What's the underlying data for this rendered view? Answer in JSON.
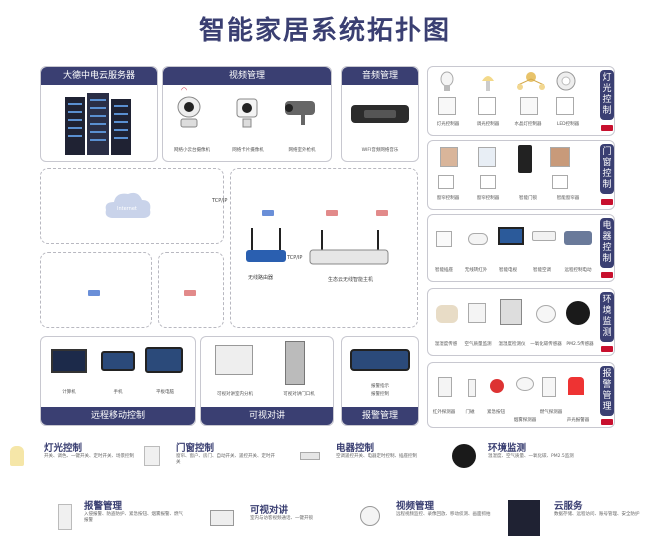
{
  "title": "智能家居系统拓扑图",
  "server": {
    "header": "大德中电云服务器"
  },
  "video": {
    "header": "视频管理",
    "captions": [
      "网络小云台摄像机",
      "网络卡片摄像机",
      "网络室外枪机"
    ]
  },
  "audio": {
    "header": "音频管理",
    "caption": "WIFI音频网络音乐"
  },
  "network": {
    "cloud": "Internet",
    "tcpip1": "TCP/IP",
    "tcpip2": "TCP/IP",
    "router": "无线路由器",
    "host": "生态云无线智能主机"
  },
  "mobile": {
    "footer": "远程移动控制",
    "captions": [
      "计算机",
      "手机",
      "平板电脑"
    ]
  },
  "intercom": {
    "footer": "可视对讲",
    "captions": [
      "可视对讲室内分机",
      "可视对讲门口机"
    ]
  },
  "alarm": {
    "footer": "报警管理",
    "captions": [
      "报警指示",
      "报警控制"
    ]
  },
  "right": [
    {
      "label": "灯光控制",
      "captions": [
        "灯光控制器",
        "调光控制器",
        "水晶灯控制器",
        "LED控制器"
      ]
    },
    {
      "label": "门窗控制",
      "captions": [
        "窗帘控制器",
        "窗帘控制器",
        "智能门锁",
        "智能窗帘器"
      ]
    },
    {
      "label": "电器控制",
      "captions": [
        "智能插座",
        "无线转红外",
        "智能电视",
        "智能空调",
        "远程控制电动"
      ]
    },
    {
      "label": "环境监测",
      "captions": [
        "温湿度传感",
        "空气质量监测",
        "温湿度检测仪",
        "一氧化碳传感器",
        "PM2.5传感器"
      ]
    },
    {
      "label": "报警管理",
      "captions": [
        "红外探测器",
        "门磁",
        "紧急按钮",
        "烟雾探测器",
        "燃气探测器",
        "声光报警器"
      ]
    }
  ],
  "legend_top": [
    {
      "title": "灯光控制",
      "desc": "开关、调色、一键开关、定时开关、场景控制"
    },
    {
      "title": "门窗控制",
      "desc": "窗帘、窗户、房门、自动开关、遥控开关、定时开关"
    },
    {
      "title": "电器控制",
      "desc": "空调遥控开关、电器定时控制、插座控制"
    },
    {
      "title": "环境监测",
      "desc": "温湿度、空气质量、一氧化碳、PM2.5监测"
    }
  ],
  "legend_bottom": [
    {
      "title": "报警管理",
      "desc": "入侵报警、防盗防护、紧急按钮、烟雾报警、燃气报警"
    },
    {
      "title": "可视对讲",
      "desc": "室内与访客视频通话、一键开锁"
    },
    {
      "title": "视频管理",
      "desc": "远程视频监控、录像回放、移动侦测、画面抓拍"
    },
    {
      "title": "云服务",
      "desc": "数据存储、远程访问、账号管理、安全防护"
    }
  ],
  "colors": {
    "navy": "#3a3f72",
    "red": "#c8102e"
  }
}
